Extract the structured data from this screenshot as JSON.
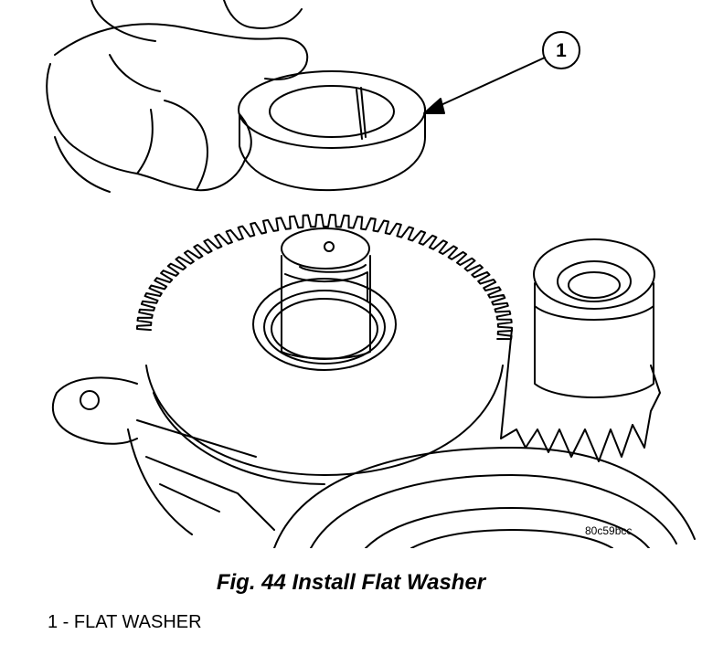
{
  "figure": {
    "caption": "Fig. 44 Install Flat Washer",
    "image_code": "80c59bcc",
    "callout": "1"
  },
  "legend": [
    {
      "number": "1",
      "separator": " - ",
      "label": "FLAT WASHER"
    }
  ]
}
